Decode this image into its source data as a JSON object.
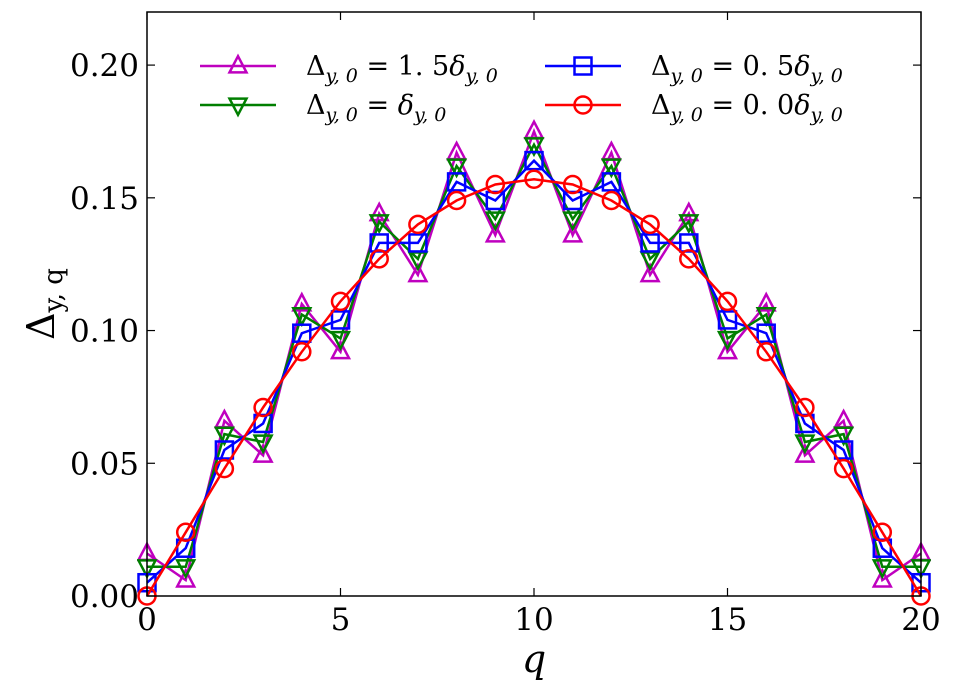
{
  "chart_data": {
    "type": "line",
    "xlabel": "q",
    "ylabel": "Δy,q",
    "xlim": [
      0,
      20
    ],
    "ylim": [
      0.0,
      0.22
    ],
    "xticks": [
      0,
      5,
      10,
      15,
      20
    ],
    "xtick_labels": [
      "0",
      "5",
      "10",
      "15",
      "20"
    ],
    "yticks": [
      0.0,
      0.05,
      0.1,
      0.15,
      0.2
    ],
    "ytick_labels": [
      "0.00",
      "0.05",
      "0.10",
      "0.15",
      "0.20"
    ],
    "grid": false,
    "legend_position": "top",
    "legend_columns": 2,
    "x": [
      0,
      1,
      2,
      3,
      4,
      5,
      6,
      7,
      8,
      9,
      10,
      11,
      12,
      13,
      14,
      15,
      16,
      17,
      18,
      19,
      20
    ],
    "series": [
      {
        "name": "Δy,0 = 1.5δy,0",
        "color": "#bf00bf",
        "marker": "triangle-up",
        "values": [
          0.016,
          0.006,
          0.066,
          0.053,
          0.11,
          0.092,
          0.144,
          0.121,
          0.167,
          0.136,
          0.175,
          0.136,
          0.167,
          0.121,
          0.144,
          0.092,
          0.11,
          0.053,
          0.066,
          0.006,
          0.016
        ]
      },
      {
        "name": "Δy,0 = δy,0",
        "color": "#007f00",
        "marker": "triangle-down",
        "values": [
          0.011,
          0.011,
          0.061,
          0.058,
          0.106,
          0.097,
          0.141,
          0.127,
          0.162,
          0.142,
          0.17,
          0.142,
          0.162,
          0.127,
          0.141,
          0.097,
          0.106,
          0.058,
          0.061,
          0.011,
          0.011
        ]
      },
      {
        "name": "Δy,0 = 0.5δy,0",
        "color": "#0000ff",
        "marker": "square",
        "values": [
          0.005,
          0.018,
          0.055,
          0.065,
          0.099,
          0.104,
          0.133,
          0.133,
          0.156,
          0.149,
          0.164,
          0.149,
          0.156,
          0.133,
          0.133,
          0.104,
          0.099,
          0.065,
          0.055,
          0.018,
          0.005
        ]
      },
      {
        "name": "Δy,0 = 0.0δy,0",
        "color": "#ff0000",
        "marker": "circle",
        "values": [
          0.0,
          0.024,
          0.048,
          0.071,
          0.092,
          0.111,
          0.127,
          0.14,
          0.149,
          0.155,
          0.157,
          0.155,
          0.149,
          0.14,
          0.127,
          0.111,
          0.092,
          0.071,
          0.048,
          0.024,
          0.0
        ]
      }
    ],
    "legend": [
      {
        "name": "Δy,0 = 1.5δy,0",
        "display": {
          "main": "Δ",
          "sub": "y, 0",
          "rest": " = 1. 5",
          "greek": "δ",
          "sub2": "y, 0"
        }
      },
      {
        "name": "Δy,0 = δy,0",
        "display": {
          "main": "Δ",
          "sub": "y, 0",
          "rest": " = ",
          "greek": "δ",
          "sub2": "y, 0"
        }
      },
      {
        "name": "Δy,0 = 0.5δy,0",
        "display": {
          "main": "Δ",
          "sub": "y, 0",
          "rest": " = 0. 5",
          "greek": "δ",
          "sub2": "y, 0"
        }
      },
      {
        "name": "Δy,0 = 0.0δy,0",
        "display": {
          "main": "Δ",
          "sub": "y, 0",
          "rest": " = 0. 0",
          "greek": "δ",
          "sub2": "y, 0"
        }
      }
    ]
  }
}
